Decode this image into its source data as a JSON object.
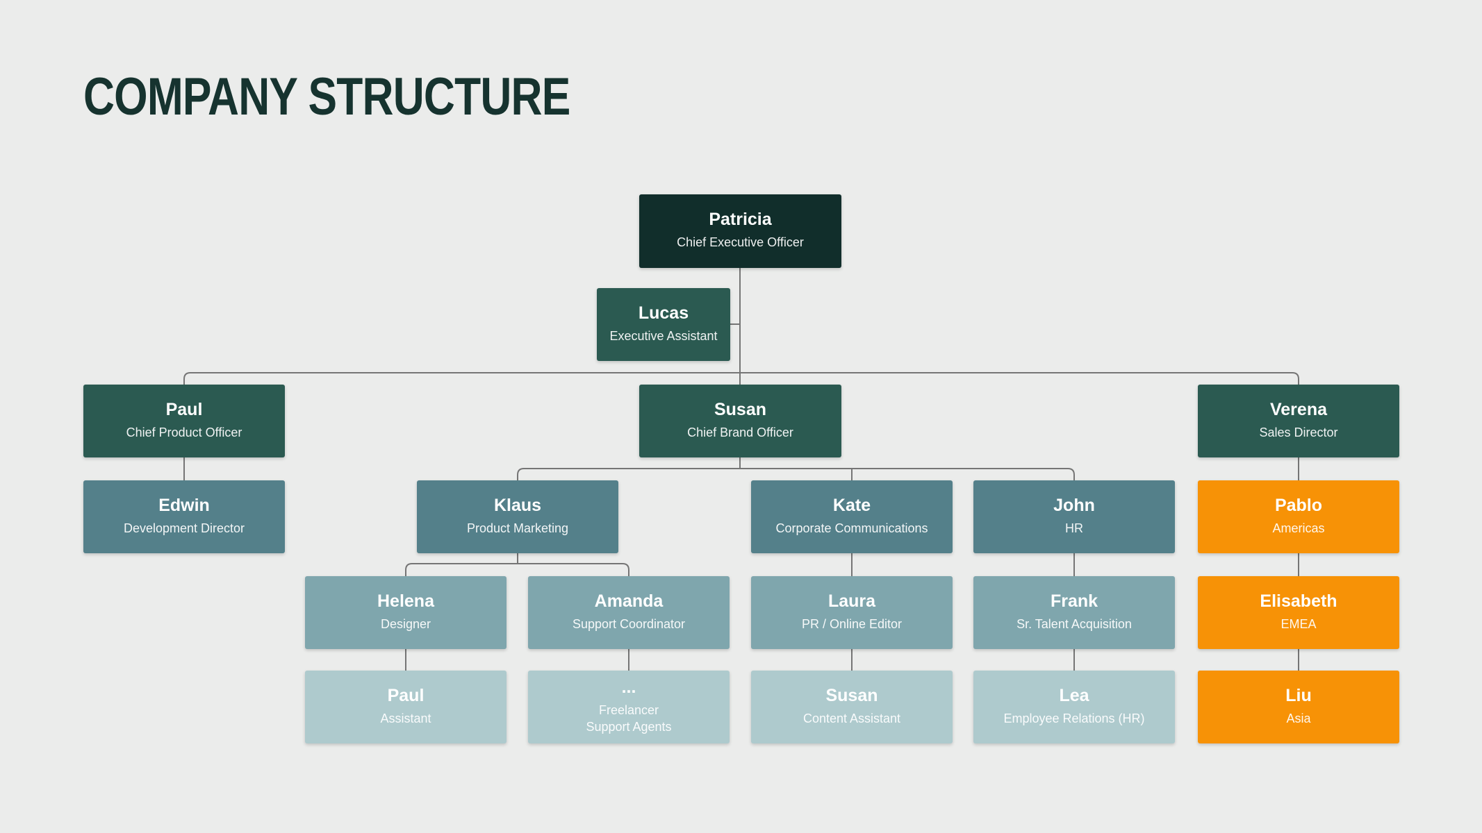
{
  "title": "COMPANY STRUCTURE",
  "colors": {
    "background": "#ebeceb",
    "title_text": "#16332f",
    "level_executive": "#112e2b",
    "level_management": "#2b5a51",
    "level_department": "#54808a",
    "level_team": "#7fa6ad",
    "level_support": "#aecacd",
    "level_sales_region": "#f79206",
    "connector_line": "#757575"
  },
  "nodes": [
    {
      "name": "Patricia",
      "role": "Chief Executive Officer",
      "level": "executive",
      "reports_to": null
    },
    {
      "name": "Lucas",
      "role": "Executive Assistant",
      "level": "management",
      "reports_to": "Patricia"
    },
    {
      "name": "Paul",
      "role": "Chief Product Officer",
      "level": "management",
      "reports_to": "Patricia"
    },
    {
      "name": "Susan",
      "role": "Chief Brand Officer",
      "level": "management",
      "reports_to": "Patricia"
    },
    {
      "name": "Verena",
      "role": "Sales Director",
      "level": "management",
      "reports_to": "Patricia"
    },
    {
      "name": "Edwin",
      "role": "Development Director",
      "level": "department",
      "reports_to": "Paul"
    },
    {
      "name": "Klaus",
      "role": "Product Marketing",
      "level": "department",
      "reports_to": "Susan"
    },
    {
      "name": "Kate",
      "role": "Corporate Communications",
      "level": "department",
      "reports_to": "Susan"
    },
    {
      "name": "John",
      "role": "HR",
      "level": "department",
      "reports_to": "Susan"
    },
    {
      "name": "Pablo",
      "role": "Americas",
      "level": "sales_region",
      "reports_to": "Verena"
    },
    {
      "name": "Helena",
      "role": "Designer",
      "level": "team",
      "reports_to": "Klaus"
    },
    {
      "name": "Amanda",
      "role": "Support Coordinator",
      "level": "team",
      "reports_to": "Klaus"
    },
    {
      "name": "Laura",
      "role": "PR / Online Editor",
      "level": "team",
      "reports_to": "Kate"
    },
    {
      "name": "Frank",
      "role": "Sr. Talent Acquisition",
      "level": "team",
      "reports_to": "John"
    },
    {
      "name": "Elisabeth",
      "role": "EMEA",
      "level": "sales_region",
      "reports_to": "Pablo"
    },
    {
      "name": "Paul",
      "role": "Assistant",
      "level": "support",
      "reports_to": "Helena"
    },
    {
      "name": "...",
      "role": "Freelancer\nSupport Agents",
      "level": "support",
      "reports_to": "Amanda"
    },
    {
      "name": "Susan",
      "role": "Content Assistant",
      "level": "support",
      "reports_to": "Laura"
    },
    {
      "name": "Lea",
      "role": "Employee Relations (HR)",
      "level": "support",
      "reports_to": "Frank"
    },
    {
      "name": "Liu",
      "role": "Asia",
      "level": "sales_region",
      "reports_to": "Elisabeth"
    }
  ]
}
